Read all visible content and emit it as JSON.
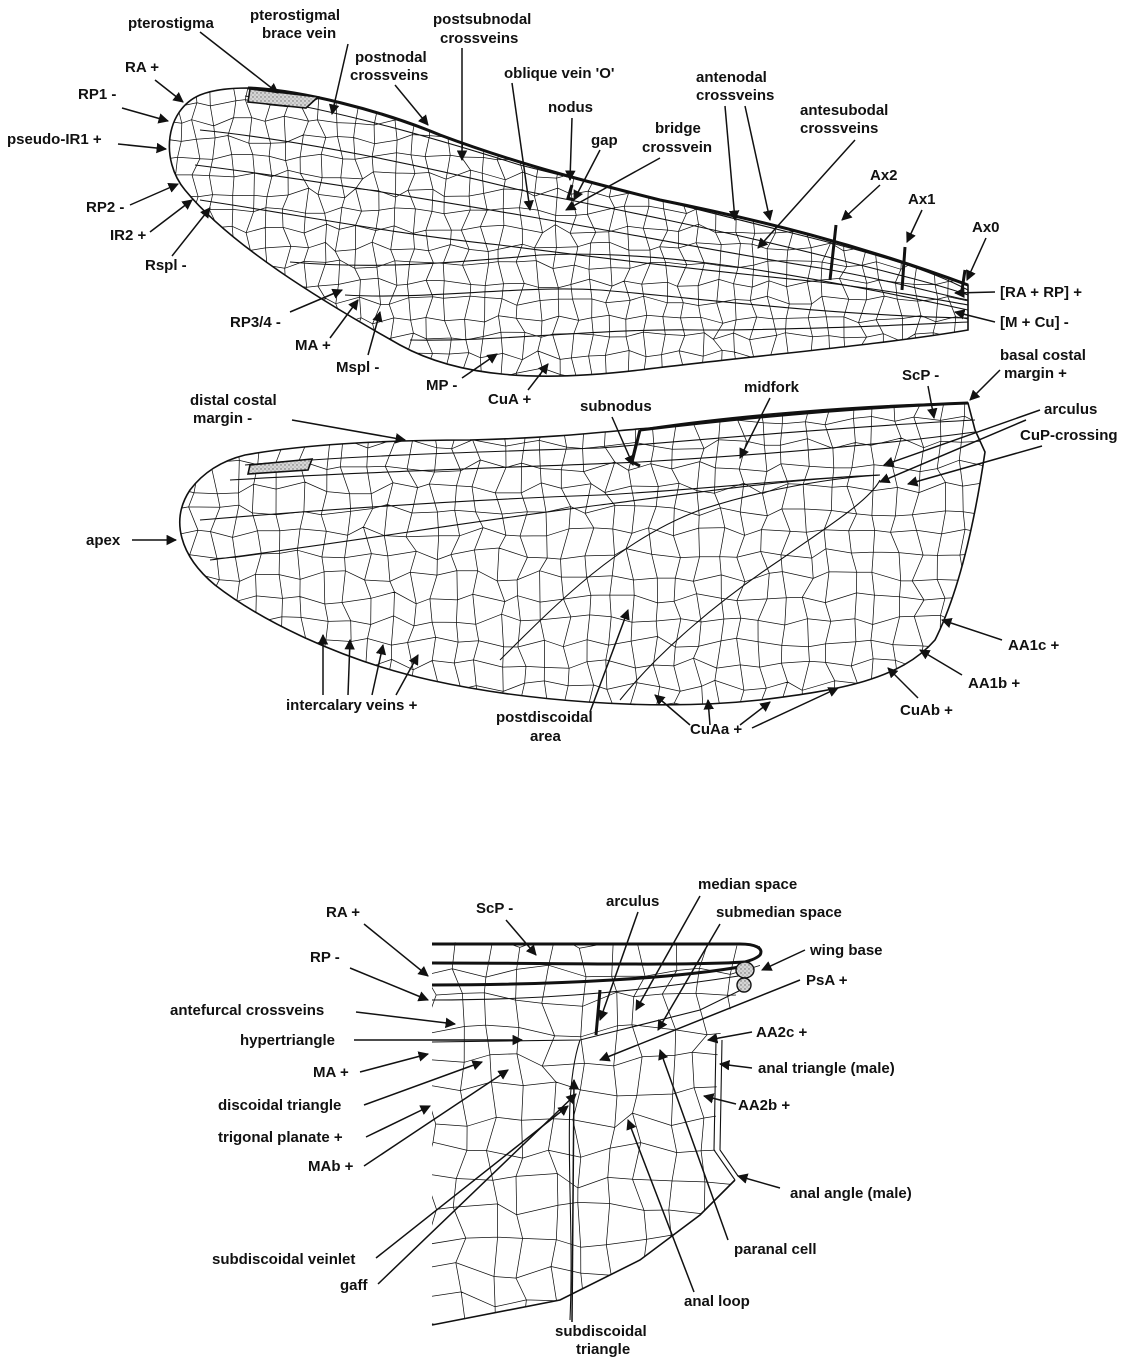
{
  "forewing": {
    "labels": {
      "pterostigma": "pterostigma",
      "ptero_brace_1": "pterostigmal",
      "ptero_brace_2": "brace vein",
      "postsubnodal_1": "postsubnodal",
      "postsubnodal_2": "crossveins",
      "postnodal_1": "postnodal",
      "postnodal_2": "crossveins",
      "oblique": "oblique vein 'O'",
      "nodus": "nodus",
      "gap": "gap",
      "bridge_1": "bridge",
      "bridge_2": "crossvein",
      "antenodal_1": "antenodal",
      "antenodal_2": "crossveins",
      "antesubnodal_1": "antesubodal",
      "antesubnodal_2": "crossveins",
      "ra": "RA +",
      "rp1": "RP1 -",
      "pseudo_ir1": "pseudo-IR1 +",
      "rp2": "RP2 -",
      "ir2": "IR2 +",
      "rspl": "Rspl -",
      "ax2": "Ax2",
      "ax1": "Ax1",
      "ax0": "Ax0",
      "ra_rp": "[RA + RP] +",
      "m_cu": "[M + Cu] -",
      "rp34": "RP3/4 -",
      "ma": "MA +",
      "mspl": "Mspl -",
      "mp": "MP -",
      "cua": "CuA +"
    }
  },
  "hindwing": {
    "labels": {
      "distal_costal_1": "distal costal",
      "distal_costal_2": "margin -",
      "subnodus": "subnodus",
      "midfork": "midfork",
      "scp": "ScP -",
      "basal_costal_1": "basal costal",
      "basal_costal_2": "margin +",
      "arculus": "arculus",
      "cup_crossing": "CuP-crossing",
      "apex": "apex",
      "aa1c": "AA1c +",
      "aa1b": "AA1b +",
      "cuab": "CuAb +",
      "intercalary": "intercalary veins +",
      "postdiscoidal_1": "postdiscoidal",
      "postdiscoidal_2": "area",
      "cuaa": "CuAa +"
    }
  },
  "base_detail": {
    "labels": {
      "ra": "RA +",
      "scp": "ScP -",
      "arculus": "arculus",
      "median_space": "median space",
      "submedian_space": "submedian space",
      "wing_base": "wing base",
      "rp": "RP -",
      "psa": "PsA +",
      "antefurcal": "antefurcal crossveins",
      "aa2c": "AA2c +",
      "hypertriangle": "hypertriangle",
      "anal_triangle": "anal triangle (male)",
      "ma": "MA +",
      "aa2b": "AA2b +",
      "discoidal_triangle": "discoidal triangle",
      "trigonal_planate": "trigonal planate +",
      "mab": "MAb +",
      "anal_angle": "anal angle (male)",
      "paranal_cell": "paranal cell",
      "subdiscoidal_veinlet": "subdiscoidal veinlet",
      "gaff": "gaff",
      "anal_loop": "anal loop",
      "subdiscoidal_1": "subdiscoidal",
      "subdiscoidal_2": "triangle"
    }
  },
  "colors": {
    "ink": "#111111",
    "stigma_fill": "#cfcfcf",
    "background": "#ffffff"
  }
}
